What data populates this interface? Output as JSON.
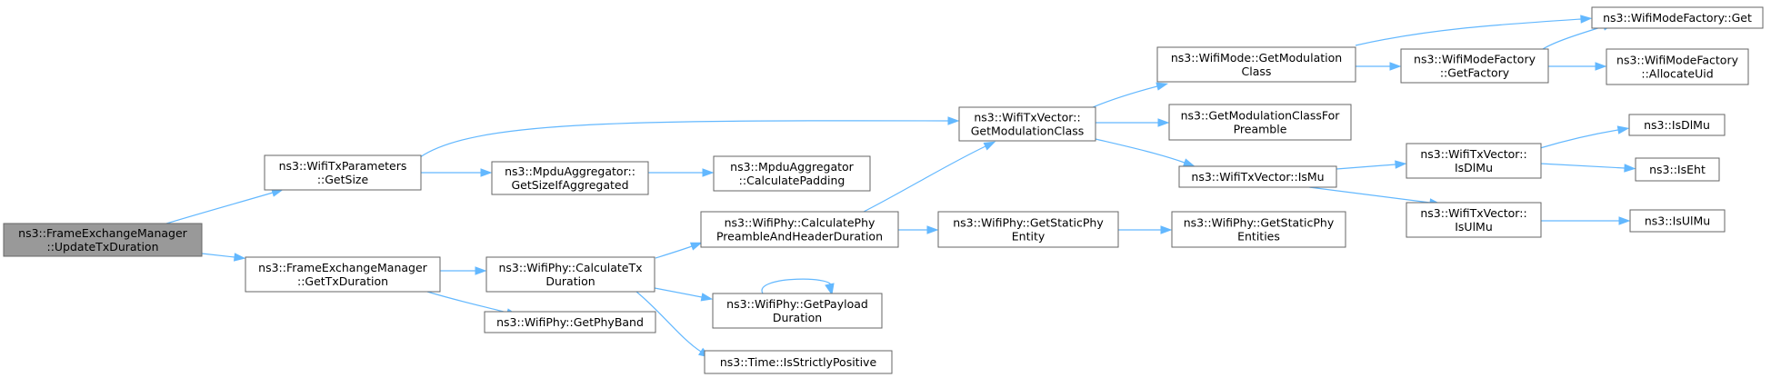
{
  "colors": {
    "edge": "#63b8ff",
    "node_border": "#666666",
    "root_fill": "#999999",
    "node_fill": "#ffffff"
  },
  "nodes": [
    {
      "id": "updatetx",
      "lines": [
        "ns3::FrameExchangeManager",
        "::UpdateTxDuration"
      ],
      "root": true
    },
    {
      "id": "getsize",
      "lines": [
        "ns3::WifiTxParameters",
        "::GetSize"
      ]
    },
    {
      "id": "getduration",
      "lines": [
        "ns3::FrameExchangeManager",
        "::GetTxDuration"
      ]
    },
    {
      "id": "mpduaggsize",
      "lines": [
        "ns3::MpduAggregator::",
        "GetSizeIfAggregated"
      ]
    },
    {
      "id": "calcpadding",
      "lines": [
        "ns3::MpduAggregator",
        "::CalculatePadding"
      ]
    },
    {
      "id": "calctx",
      "lines": [
        "ns3::WifiPhy::CalculateTx",
        "Duration"
      ]
    },
    {
      "id": "getphyband",
      "lines": [
        "ns3::WifiPhy::GetPhyBand"
      ]
    },
    {
      "id": "calcpreamble",
      "lines": [
        "ns3::WifiPhy::CalculatePhy",
        "PreambleAndHeaderDuration"
      ]
    },
    {
      "id": "getpayload",
      "lines": [
        "ns3::WifiPhy::GetPayload",
        "Duration"
      ]
    },
    {
      "id": "strictlypos",
      "lines": [
        "ns3::Time::IsStrictlyPositive"
      ]
    },
    {
      "id": "txvecmodclass",
      "lines": [
        "ns3::WifiTxVector::",
        "GetModulationClass"
      ]
    },
    {
      "id": "staticphyentity",
      "lines": [
        "ns3::WifiPhy::GetStaticPhy",
        "Entity"
      ]
    },
    {
      "id": "staticphyentities",
      "lines": [
        "ns3::WifiPhy::GetStaticPhy",
        "Entities"
      ]
    },
    {
      "id": "modemodclass",
      "lines": [
        "ns3::WifiMode::GetModulation",
        "Class"
      ]
    },
    {
      "id": "modclassforpreamble",
      "lines": [
        "ns3::GetModulationClassFor",
        "Preamble"
      ]
    },
    {
      "id": "txvecismu",
      "lines": [
        "ns3::WifiTxVector::IsMu"
      ]
    },
    {
      "id": "factoryget",
      "lines": [
        "ns3::WifiModeFactory::Get"
      ]
    },
    {
      "id": "getfactory",
      "lines": [
        "ns3::WifiModeFactory",
        "::GetFactory"
      ]
    },
    {
      "id": "allocateuid",
      "lines": [
        "ns3::WifiModeFactory",
        "::AllocateUid"
      ]
    },
    {
      "id": "txvecisdlmu",
      "lines": [
        "ns3::WifiTxVector::",
        "IsDlMu"
      ]
    },
    {
      "id": "txvecisulmu",
      "lines": [
        "ns3::WifiTxVector::",
        "IsUlMu"
      ]
    },
    {
      "id": "isdlmu",
      "lines": [
        "ns3::IsDlMu"
      ]
    },
    {
      "id": "iseht",
      "lines": [
        "ns3::IsEht"
      ]
    },
    {
      "id": "isulmu",
      "lines": [
        "ns3::IsUlMu"
      ]
    }
  ],
  "edges": [
    {
      "from": "updatetx",
      "to": "getsize"
    },
    {
      "from": "updatetx",
      "to": "getduration"
    },
    {
      "from": "getsize",
      "to": "mpduaggsize"
    },
    {
      "from": "getsize",
      "to": "txvecmodclass"
    },
    {
      "from": "mpduaggsize",
      "to": "calcpadding"
    },
    {
      "from": "getduration",
      "to": "calctx"
    },
    {
      "from": "getduration",
      "to": "getphyband"
    },
    {
      "from": "calctx",
      "to": "calcpreamble"
    },
    {
      "from": "calctx",
      "to": "getpayload"
    },
    {
      "from": "calctx",
      "to": "strictlypos"
    },
    {
      "from": "calcpreamble",
      "to": "txvecmodclass"
    },
    {
      "from": "calcpreamble",
      "to": "staticphyentity"
    },
    {
      "from": "getpayload",
      "to": "getpayload"
    },
    {
      "from": "staticphyentity",
      "to": "staticphyentities"
    },
    {
      "from": "txvecmodclass",
      "to": "modemodclass"
    },
    {
      "from": "txvecmodclass",
      "to": "modclassforpreamble"
    },
    {
      "from": "txvecmodclass",
      "to": "txvecismu"
    },
    {
      "from": "modemodclass",
      "to": "factoryget"
    },
    {
      "from": "modemodclass",
      "to": "getfactory"
    },
    {
      "from": "getfactory",
      "to": "factoryget"
    },
    {
      "from": "getfactory",
      "to": "allocateuid"
    },
    {
      "from": "txvecismu",
      "to": "txvecisdlmu"
    },
    {
      "from": "txvecismu",
      "to": "txvecisulmu"
    },
    {
      "from": "txvecisdlmu",
      "to": "isdlmu"
    },
    {
      "from": "txvecisdlmu",
      "to": "iseht"
    },
    {
      "from": "txvecisulmu",
      "to": "isulmu"
    }
  ]
}
